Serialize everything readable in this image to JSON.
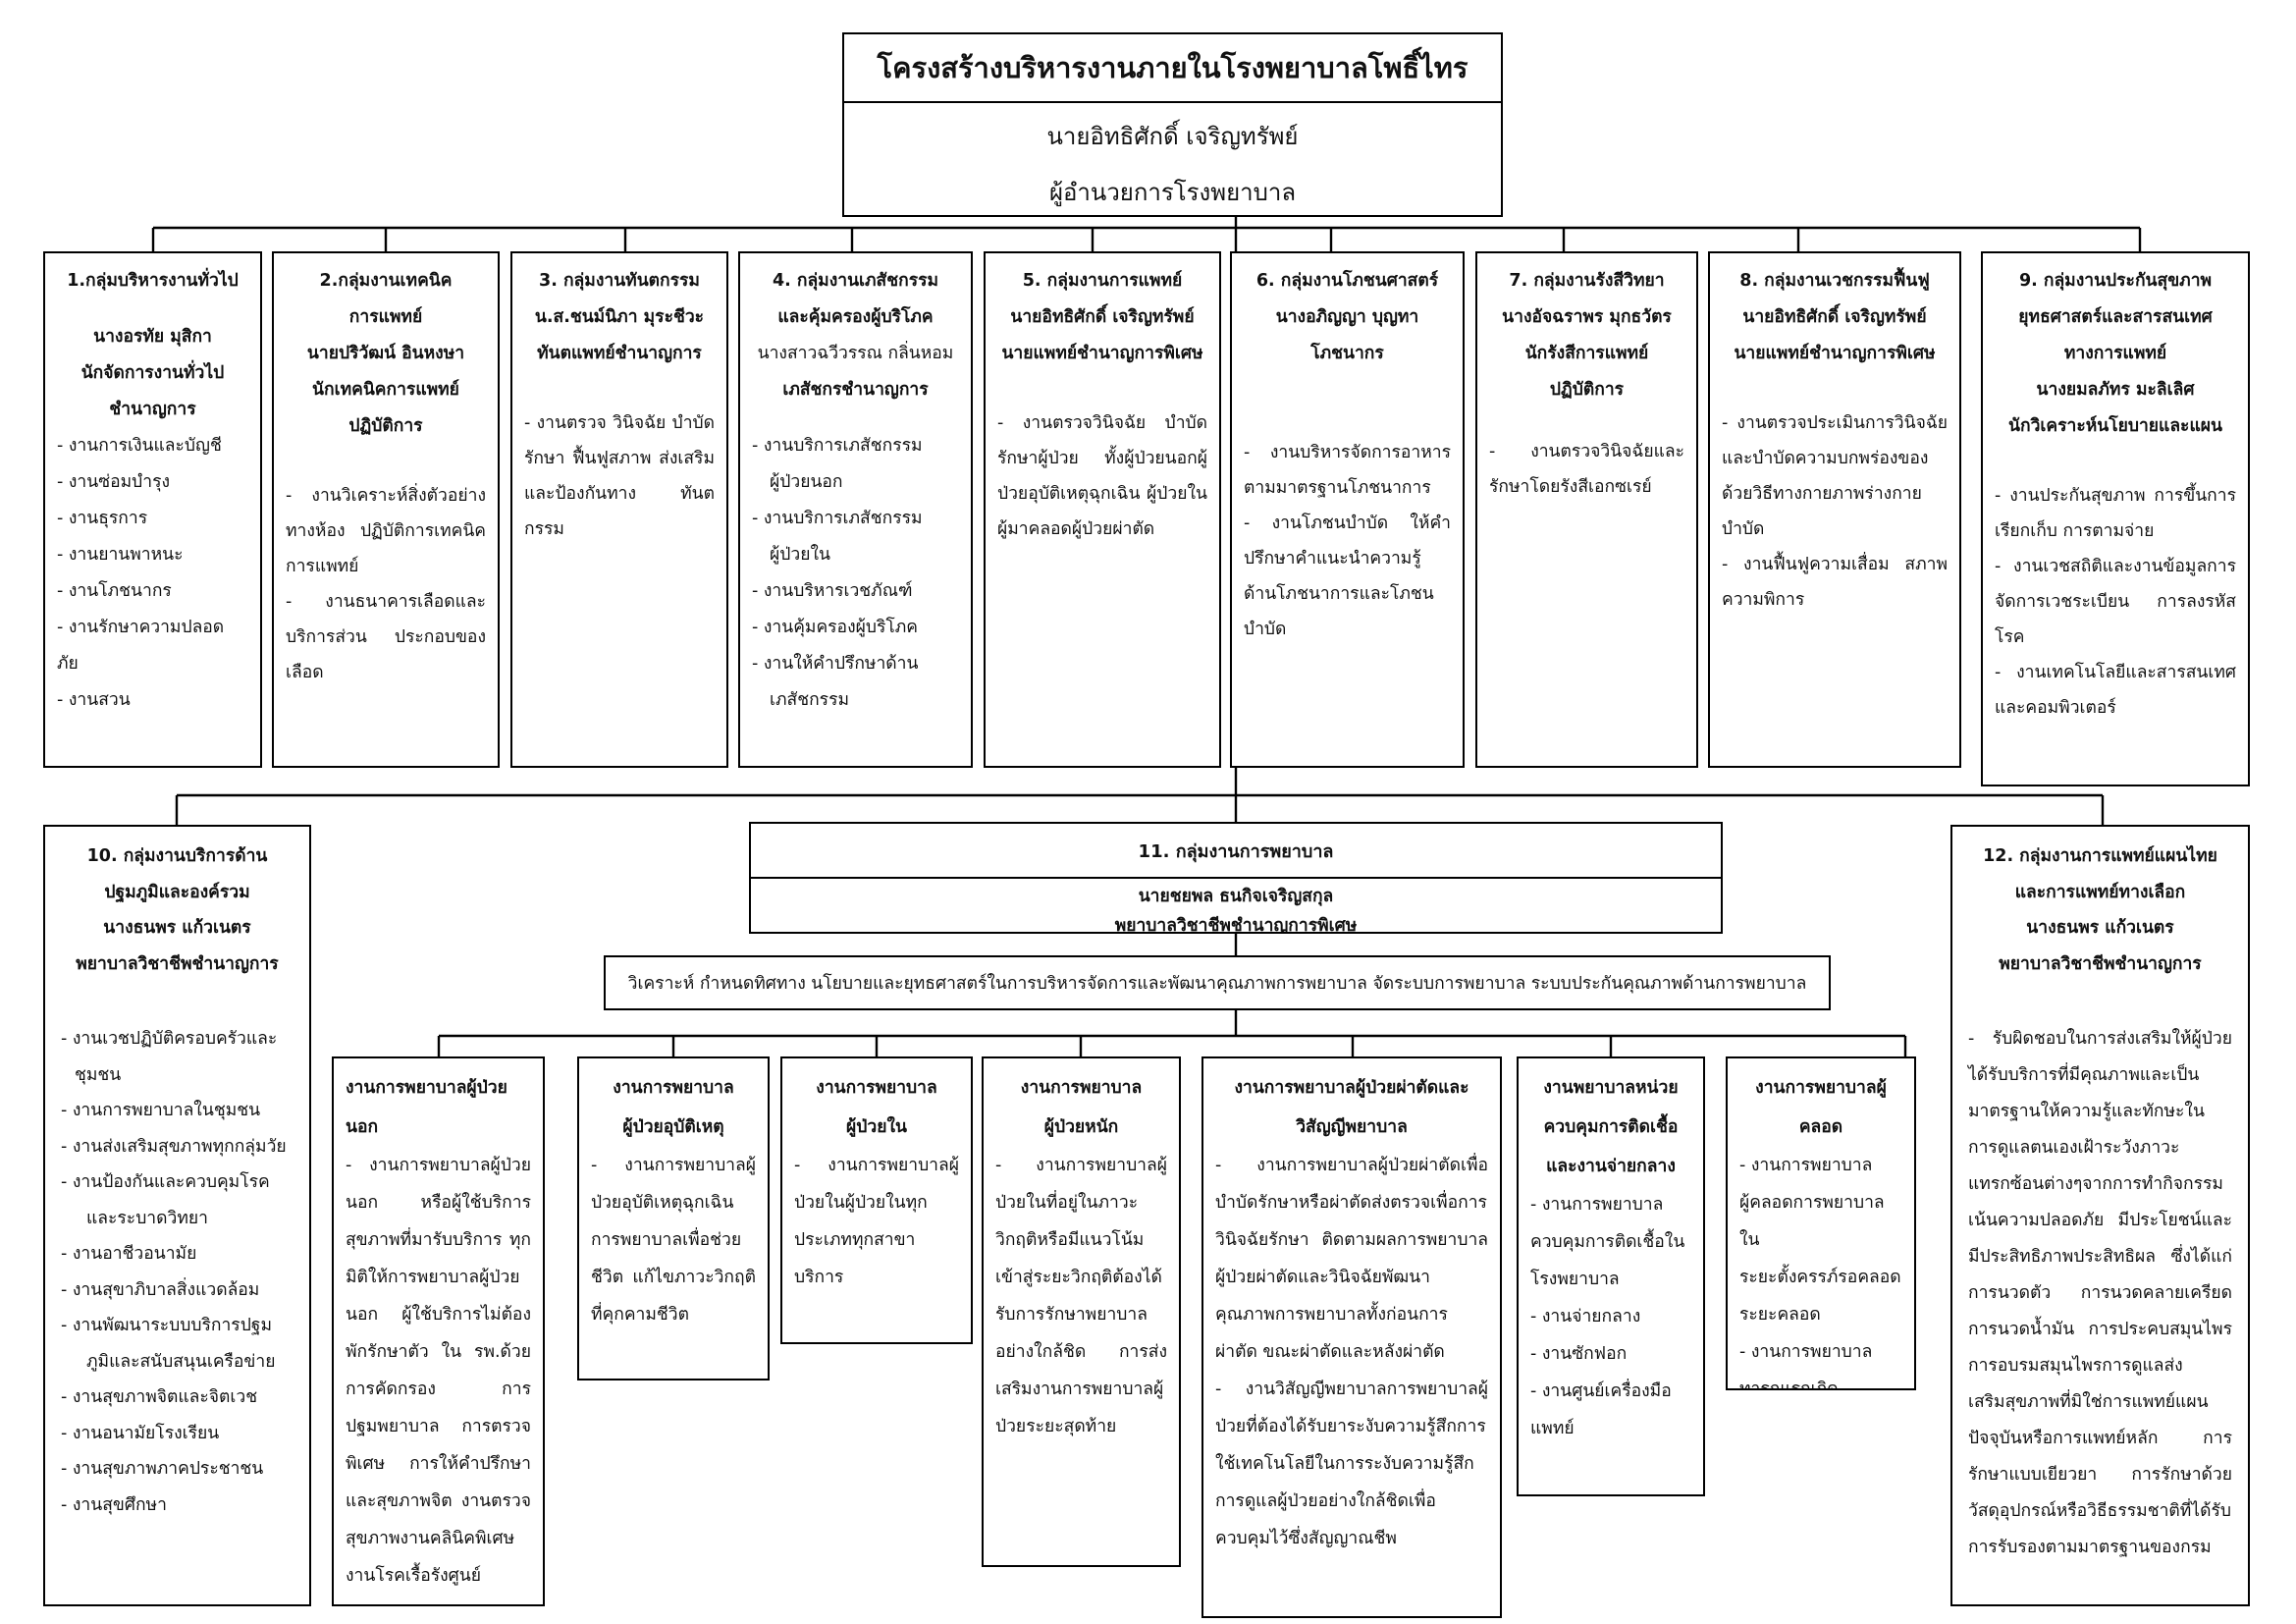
{
  "header": {
    "title": "โครงสร้างบริหารงานภายในโรงพยาบาลโพธิ์ไทร",
    "director_name": "นายอิทธิศักดิ์   เจริญทรัพย์",
    "director_position": "ผู้อำนวยการโรงพยาบาล"
  },
  "g1": {
    "title1": "1.กลุ่มบริหารงานทั่วไป",
    "head1": "นางอรทัย มุสิกา",
    "head2": "นักจัดการงานทั่วไป",
    "head3": "ชำนาญการ",
    "items": [
      "- งานการเงินและบัญชี",
      "- งานซ่อมบำรุง",
      "- งานธุรการ",
      "- งานยานพาหนะ",
      "- งานโภชนากร",
      "-   งานรักษาความปลอด",
      "ภัย",
      "- งานสวน"
    ]
  },
  "g2": {
    "title1": "2.กลุ่มงานเทคนิค",
    "title2": "การแพทย์",
    "head1": "นายปริวัฒน์ อินหงษา",
    "head2": "นักเทคนิคการแพทย์",
    "head3": "ปฏิบัติการ",
    "text1": "- งานวิเคราะห์สิ่งตัวอย่างทางห้อง ปฏิบัติการเทคนิคการแพทย์",
    "text2": "-   งานธนาคารเลือดและบริการส่วน ประกอบของเลือด"
  },
  "g3": {
    "title1": "3. กลุ่มงานทันตกรรม",
    "title2": "น.ส.ชนม์นิภา มุระชีวะ",
    "title3": "ทันตแพทย์ชำนาญการ",
    "text1": "-     งานตรวจ วินิจฉัย บำบัดรักษา ฟื้นฟูสภาพ ส่งเสริมและป้องกันทาง ทันตกรรม"
  },
  "g4": {
    "title1": "4. กลุ่มงานเภสัชกรรม",
    "title2": "และคุ้มครองผู้บริโภค",
    "head1": "นางสาวฉวีวรรณ กลิ่นหอม",
    "head2": "เภสัชกรชำนาญการ",
    "items": [
      "- งานบริการเภสัชกรรม",
      "  ผู้ป่วยนอก",
      "- งานบริการเภสัชกรรม",
      "  ผู้ป่วยใน",
      "- งานบริหารเวชภัณฑ์",
      "- งานคุ้มครองผู้บริโภค",
      "- งานให้คำปรึกษาด้าน",
      "  เภสัชกรรม"
    ]
  },
  "g5": {
    "title1": "5. กลุ่มงานการแพทย์",
    "title2": "นายอิทธิศักดิ์ เจริญทรัพย์",
    "title3": "นายแพทย์ชำนาญการพิเศษ",
    "text1": "-     งานตรวจวินิจฉัย บำบัดรักษาผู้ป่วย ทั้งผู้ป่วยนอกผู้ป่วยอุบัติเหตุฉุกเฉิน ผู้ป่วยใน ผู้มาคลอดผู้ป่วยผ่าตัด"
  },
  "g6": {
    "title1": "6. กลุ่มงานโภชนศาสตร์",
    "title2": "นางอภิญญา บุญทา",
    "title3": "โภชนากร",
    "text1": "-   งานบริหารจัดการอาหารตามมาตรฐานโภชนาการ",
    "text2": "-   งานโภชนบำบัด ให้คำปรึกษาคำแนะนำความรู้ด้านโภชนาการและโภชนบำบัด"
  },
  "g7": {
    "title1": "7. กลุ่มงานรังสีวิทยา",
    "title2": "นางอัจฉราพร มุกธวัตร",
    "title3": "นักรังสีการแพทย์",
    "title4": "ปฏิบัติการ",
    "text1": "- งานตรวจวินิจฉัยและรักษาโดยรังสีเอกซเรย์"
  },
  "g8": {
    "title1": "8. กลุ่มงานเวชกรรมฟื้นฟู",
    "title2": "นายอิทธิศักดิ์ เจริญทรัพย์",
    "title3": "นายแพทย์ชำนาญการพิเศษ",
    "text1": "-   งานตรวจประเมินการวินิจฉัย และบำบัดความบกพร่องของด้วยวิธีทางกายภาพร่างกายบำบัด",
    "text2": "-   งานฟื้นฟูความเสื่อม สภาพ ความพิการ"
  },
  "g9": {
    "title1": "9. กลุ่มงานประกันสุขภาพ",
    "title2": "ยุทธศาสตร์และสารสนเทศ",
    "title3": "ทางการแพทย์",
    "title4": "นางยมลภัทร มะลิเลิศ",
    "title5": "นักวิเคราะห์นโยบายและแผน",
    "text1": "-   งานประกันสุขภาพ การขึ้นการเรียกเก็บ การตามจ่าย",
    "text2": "-   งานเวชสถิติและงานข้อมูลการจัดการเวชระเบียน การลงรหัสโรค",
    "text3": "-   งานเทคโนโลยีและสารสนเทศและคอมพิวเตอร์"
  },
  "g10": {
    "title1": "10. กลุ่มงานบริการด้าน",
    "title2": "ปฐมภูมิและองค์รวม",
    "title3": "นางธนพร แก้วเนตร",
    "title4": "พยาบาลวิชาชีพชำนาญการ",
    "items": [
      "- งานเวชปฏิบัติครอบครัวและ",
      "  ชุมชน",
      "- งานการพยาบาลในชุมชน",
      "- งานส่งเสริมสุขภาพทุกกลุ่มวัย",
      "- งานป้องกันและควบคุมโรค",
      "    และระบาดวิทยา",
      "- งานอาชีวอนามัย",
      "- งานสุขาภิบาลสิ่งแวดล้อม",
      "- งานพัฒนาระบบบริการปฐม",
      "    ภูมิและสนับสนุนเครือข่าย",
      "- งานสุขภาพจิตและจิตเวช",
      "- งานอนามัยโรงเรียน",
      "- งานสุขภาพภาคประชาชน",
      "- งานสุขศึกษา"
    ]
  },
  "g11": {
    "title": "11. กลุ่มงานการพยาบาล",
    "head_name": "นายชยพล  ธนกิจเจริญสกุล",
    "head_position": "พยาบาลวิชาชีพชำนาญการพิเศษ",
    "mission": "วิเคราะห์ กำหนดทิศทาง นโยบายและยุทธศาสตร์ในการบริหารจัดการและพัฒนาคุณภาพการพยาบาล จัดระบบการพยาบาล ระบบประกันคุณภาพด้านการพยาบาล"
  },
  "g12": {
    "title1": "12. กลุ่มงานการแพทย์แผนไทย",
    "title2": "และการแพทย์ทางเลือก",
    "title3": "นางธนพร แก้วเนตร",
    "title4": "พยาบาลวิชาชีพชำนาญการ",
    "text1": "-   รับผิดชอบในการส่งเสริมให้ผู้ป่วยได้รับบริการที่มีคุณภาพและเป็นมาตรฐานให้ความรู้และทักษะในการดูแลตนเองเฝ้าระวังภาวะแทรกซ้อนต่างๆจากการทำกิจกรรม เน้นความปลอดภัย มีประโยชน์และมีประสิทธิภาพประสิทธิผล ซึ่งได้แก่การนวดตัว การนวดคลายเครียด การนวดน้ำมัน การประคบสมุนไพร การอบรมสมุนไพรการดูแลส่งเสริมสุขภาพที่มิใช่การแพทย์แผนปัจจุบันหรือการแพทย์หลัก การรักษาแบบเยียวยา การรักษาด้วยวัสดุอุปกรณ์หรือวิธีธรรมชาติที่ได้รับการรับรองตามมาตรฐานของกรม"
  },
  "wards": {
    "w1_title1": "งานการพยาบาลผู้ป่วย",
    "w1_title2": "นอก",
    "w1_text": "-   งานการพยาบาลผู้ป่วยนอก หรือผู้ใช้บริการสุขภาพที่มารับบริการ ทุกมิติให้การพยาบาลผู้ป่วยนอก ผู้ใช้บริการไม่ต้องพักรักษาตัว ใน รพ.ด้วยการคัดกรอง การปฐมพยาบาล การตรวจพิเศษ การให้คำปรึกษาและสุขภาพจิต งานตรวจสุขภาพงานคลินิคพิเศษ งานโรคเรื้อรังศูนย์",
    "w2_title1": "งานการพยาบาล",
    "w2_title2": "ผู้ป่วยอุบัติเหตุ",
    "w2_text": "-   งานการพยาบาลผู้ป่วยอุบัติเหตุฉุกเฉิน การพยาบาลเพื่อช่วยชีวิต แก้ไขภาวะวิกฤติที่คุกคามชีวิต",
    "w3_title1": "งานการพยาบาล",
    "w3_title2": "ผู้ป่วยใน",
    "w3_text": "-   งานการพยาบาลผู้ป่วยในผู้ป่วยในทุกประเภททุกสาขาบริการ",
    "w4_title1": "งานการพยาบาล",
    "w4_title2": "ผู้ป่วยหนัก",
    "w4_text": "-   งานการพยาบาลผู้ป่วยในที่อยู่ในภาวะวิกฤติหรือมีแนวโน้มเข้าสู่ระยะวิกฤติต้องได้รับการรักษาพยาบาลอย่างใกล้ชิด การส่งเสริมงานการพยาบาลผู้ป่วยระยะสุดท้าย",
    "w5_title1": "งานการพยาบาลผู้ป่วยผ่าตัดและ",
    "w5_title2": "วิสัญญีพยาบาล",
    "w5_text1": "-   งานการพยาบาลผู้ป่วยผ่าตัดเพื่อบำบัดรักษาหรือผ่าตัดส่งตรวจเพื่อการวินิจฉัยรักษา ติดตามผลการพยาบาลผู้ป่วยผ่าตัดและวินิจฉัยพัฒนาคุณภาพการพยาบาลทั้งก่อนการผ่าตัด ขณะผ่าตัดและหลังผ่าตัด",
    "w5_text2": "-   งานวิสัญญีพยาบาลการพยาบาลผู้ป่วยที่ต้องได้รับยาระงับความรู้สึกการใช้เทคโนโลยีในการระงับความรู้สึก การดูแลผู้ป่วยอย่างใกล้ชิดเพื่อควบคุมไว้ซึ่งสัญญาณชีพ",
    "w6_title1": "งานพยาบาลหน่วย",
    "w6_title2": "ควบคุมการติดเชื้อ",
    "w6_title3": "และงานจ่ายกลาง",
    "w6_items": [
      "-   งานการพยาบาล",
      "ควบคุมการติดเชื้อใน",
      "โรงพยาบาล",
      "- งานจ่ายกลาง",
      "- งานซักฟอก",
      "-  งานศูนย์เครื่องมือ",
      "แพทย์"
    ],
    "w7_title1": "งานการพยาบาลผู้",
    "w7_title2": "คลอด",
    "w7_items": [
      "- งานการพยาบาล",
      "ผู้คลอดการพยาบาลใน",
      "ระยะตั้งครรภ์รอคลอด",
      "ระยะคลอด",
      "-    งานการพยาบาล",
      "ทารกแรกเกิด"
    ]
  }
}
